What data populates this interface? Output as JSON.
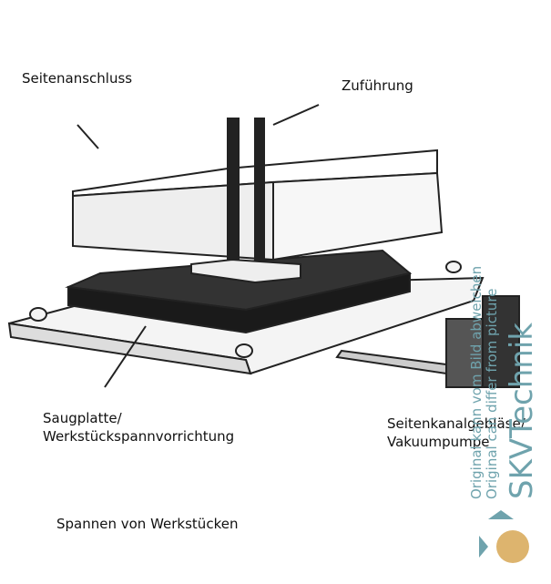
{
  "labels": {
    "side_connection": "Seitenanschluss",
    "feed": "Zuführung",
    "suction_plate_line1": "Saugplatte/",
    "suction_plate_line2": "Werkstückspannvorrichtung",
    "blower_line1": "Seitenkanalgebläse/",
    "blower_line2": "Vakuumpumpe",
    "caption": "Spannen von Werkstücken"
  },
  "watermark": {
    "line1": "Original kann vom Bild abweichen",
    "line2": "Original can differ from picture",
    "brand": "SKVTechnik"
  },
  "colors": {
    "watermark": "#6fa3ad",
    "logo_circle": "#ddb46e"
  }
}
